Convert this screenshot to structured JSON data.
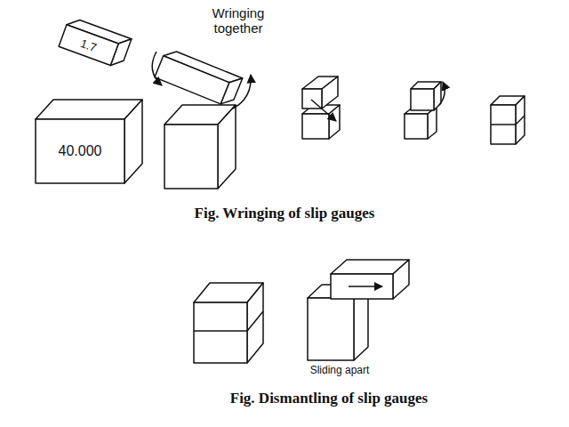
{
  "diagram": {
    "nodes": [
      {
        "text": [
          "1.7"
        ]
      },
      {
        "text": [
          "40.000"
        ]
      }
    ],
    "labels": [
      "Wringing together",
      "Fig. Wringing of slip gauges",
      "Sliding apart",
      "Fig. Dismantling of slip gauges"
    ]
  }
}
